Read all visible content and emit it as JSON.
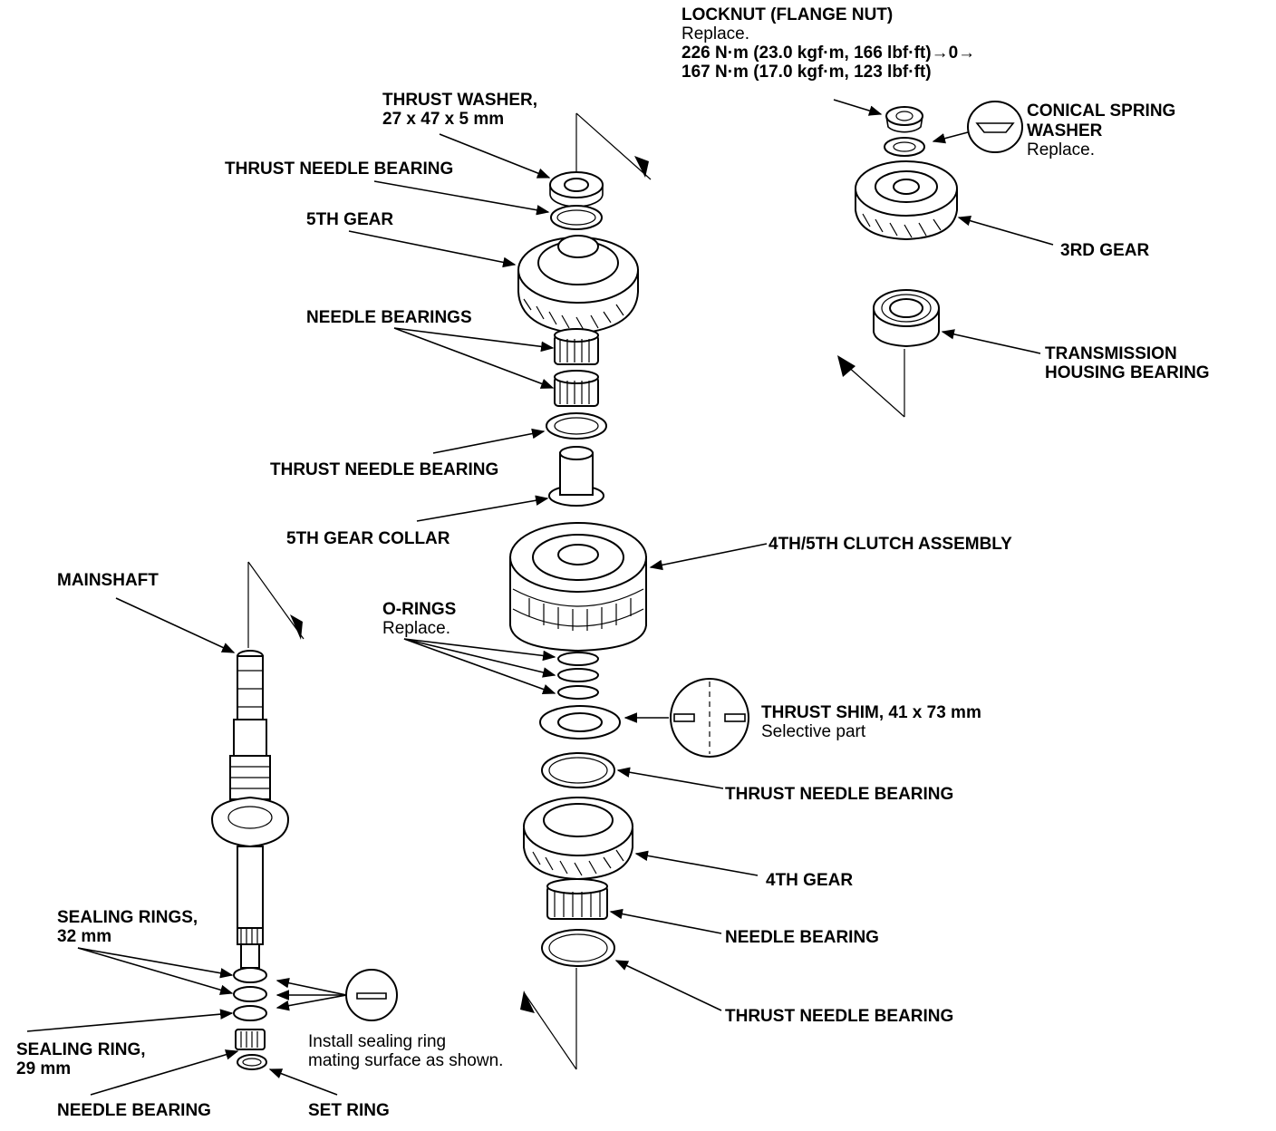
{
  "colors": {
    "ink": "#000000",
    "paper": "#ffffff"
  },
  "labels": {
    "locknut": {
      "title": "LOCKNUT (FLANGE NUT)",
      "note": "Replace.",
      "torque1": "226 N·m (23.0 kgf·m, 166 lbf·ft)→0→",
      "torque2": "167 N·m (17.0 kgf·m, 123 lbf·ft)"
    },
    "conical_spring_washer": {
      "line1": "CONICAL SPRING",
      "line2": "WASHER",
      "note": "Replace."
    },
    "third_gear": "3RD GEAR",
    "transmission_housing_bearing": {
      "line1": "TRANSMISSION",
      "line2": "HOUSING BEARING"
    },
    "thrust_washer": {
      "line1": "THRUST WASHER,",
      "line2": "27 x 47 x 5 mm"
    },
    "thrust_needle_bearing_top": "THRUST NEEDLE BEARING",
    "fifth_gear": "5TH GEAR",
    "needle_bearings": "NEEDLE BEARINGS",
    "thrust_needle_bearing_mid": "THRUST NEEDLE BEARING",
    "fifth_gear_collar": "5TH GEAR COLLAR",
    "clutch_assembly": "4TH/5TH CLUTCH ASSEMBLY",
    "o_rings": {
      "title": "O-RINGS",
      "note": "Replace."
    },
    "thrust_shim": {
      "title": "THRUST SHIM, 41 x 73 mm",
      "note": "Selective part"
    },
    "thrust_needle_bearing_lower": "THRUST NEEDLE BEARING",
    "fourth_gear": "4TH GEAR",
    "needle_bearing_right": "NEEDLE BEARING",
    "thrust_needle_bearing_bottom": "THRUST NEEDLE BEARING",
    "mainshaft": "MAINSHAFT",
    "sealing_rings": {
      "line1": "SEALING RINGS,",
      "line2": "32 mm"
    },
    "sealing_ring": {
      "line1": "SEALING RING,",
      "line2": "29 mm"
    },
    "install_note": {
      "line1": "Install sealing ring",
      "line2": "mating surface as shown."
    },
    "needle_bearing_left": "NEEDLE BEARING",
    "set_ring": "SET RING"
  }
}
